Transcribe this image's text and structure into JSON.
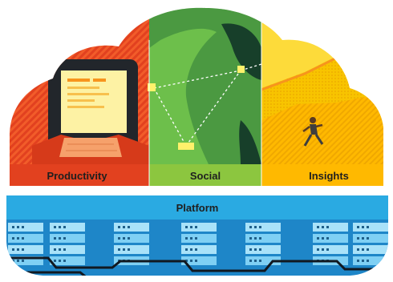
{
  "pillars": [
    {
      "label": "Productivity",
      "color": "#e2411f"
    },
    {
      "label": "Social",
      "color": "#8cc63f"
    },
    {
      "label": "Insights",
      "color": "#ffb900"
    }
  ],
  "platform": {
    "label": "Platform",
    "color": "#2aaae2"
  }
}
